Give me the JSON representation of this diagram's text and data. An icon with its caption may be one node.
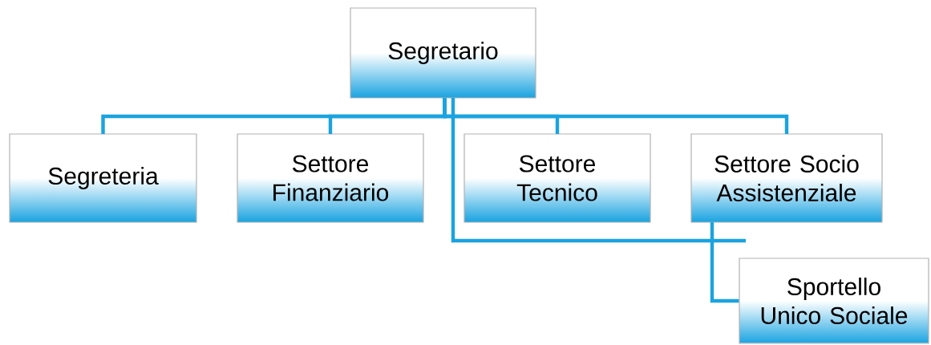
{
  "diagram": {
    "nodes": [
      {
        "text": [
          "Segretario"
        ]
      },
      {
        "text": [
          "Segreteria"
        ]
      },
      {
        "text": [
          "Settore Finanziario"
        ]
      },
      {
        "text": [
          "Settore Tecnico"
        ]
      },
      {
        "text": [
          "Settore Socio Assistenziale"
        ]
      },
      {
        "text": [
          "Sportello Unico Sociale"
        ]
      }
    ],
    "edges": [
      {
        "from": 0,
        "to": 1,
        "arrow": "none"
      },
      {
        "from": 0,
        "to": 2,
        "arrow": "none"
      },
      {
        "from": 0,
        "to": 3,
        "arrow": "none"
      },
      {
        "from": 0,
        "to": 4,
        "arrow": "none"
      },
      {
        "from": 4,
        "to": 5,
        "arrow": "none"
      },
      {
        "from": 0,
        "to": null,
        "arrow": "none"
      }
    ]
  }
}
